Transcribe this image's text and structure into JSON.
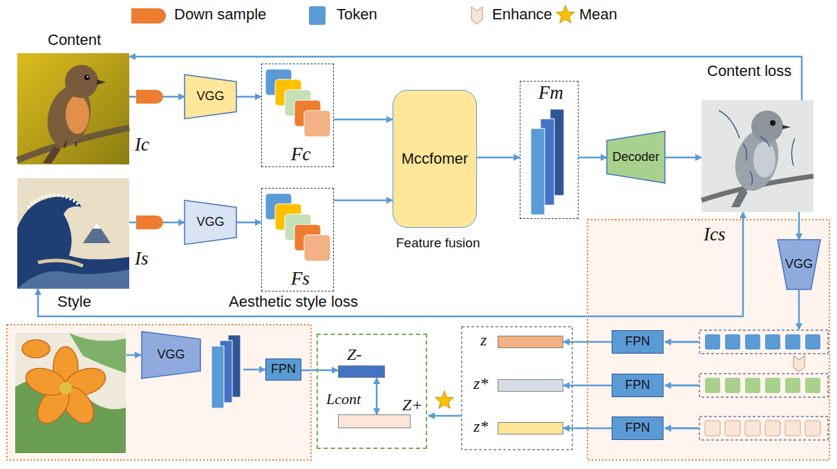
{
  "diagram": {
    "nodes": [
      {
        "text": [
          "Content",
          "Ic"
        ]
      },
      {
        "text": [
          "Is",
          "Style"
        ]
      },
      {
        "text": [
          "VGG"
        ]
      },
      {
        "text": [
          "VGG"
        ]
      },
      {
        "text": [
          "Fc"
        ]
      },
      {
        "text": [
          "Fs"
        ]
      },
      {
        "text": [
          "Mccfomer",
          "Feature fusion"
        ]
      },
      {
        "text": [
          "Fm"
        ]
      },
      {
        "text": [
          "Decoder"
        ]
      },
      {
        "text": [
          "Ics"
        ]
      },
      {
        "text": [
          "VGG"
        ]
      },
      {
        "text": [
          "FPN"
        ]
      },
      {
        "text": [
          "FPN"
        ]
      },
      {
        "text": [
          "FPN"
        ]
      },
      {
        "text": [
          "z"
        ]
      },
      {
        "text": [
          "z*"
        ]
      },
      {
        "text": [
          "z*"
        ]
      },
      {
        "text": [
          "VGG"
        ]
      },
      {
        "text": [
          "FPN"
        ]
      },
      {
        "text": [
          "Lcont"
        ]
      },
      {
        "text": [
          "Z-"
        ],
        "in": 19
      },
      {
        "text": [
          "Z+"
        ],
        "in": 19
      }
    ],
    "edges": [
      {
        "from": 0,
        "to": 2,
        "arrow": "to"
      },
      {
        "from": 1,
        "to": 3,
        "arrow": "to"
      },
      {
        "from": 2,
        "to": 4,
        "arrow": "to"
      },
      {
        "from": 3,
        "to": 5,
        "arrow": "to"
      },
      {
        "from": 4,
        "to": 6,
        "arrow": "to"
      },
      {
        "from": 5,
        "to": 6,
        "arrow": "to"
      },
      {
        "from": 6,
        "to": 7,
        "arrow": "to"
      },
      {
        "from": 7,
        "to": 8,
        "arrow": "to"
      },
      {
        "from": 8,
        "to": 9,
        "arrow": "to"
      },
      {
        "from": 9,
        "to": 0,
        "arrow": "to",
        "label": "Content loss"
      },
      {
        "from": 9,
        "to": 10,
        "arrow": "to"
      },
      {
        "from": 11,
        "to": 14,
        "arrow": "to"
      },
      {
        "from": 12,
        "to": 15,
        "arrow": "to"
      },
      {
        "from": 13,
        "to": 16,
        "arrow": "to"
      },
      {
        "from": 18,
        "to": 20,
        "arrow": "to"
      },
      {
        "from": 20,
        "to": 21,
        "arrow": "both"
      },
      {
        "from": 9,
        "to": 1,
        "arrow": "both",
        "label": "Aesthetic style loss"
      }
    ],
    "legend": [
      {
        "text": "Down sample",
        "color": "#ed7d31"
      },
      {
        "text": "Token",
        "color": "#5b9bd5"
      },
      {
        "text": "Enhance"
      },
      {
        "text": "Mean"
      }
    ]
  }
}
